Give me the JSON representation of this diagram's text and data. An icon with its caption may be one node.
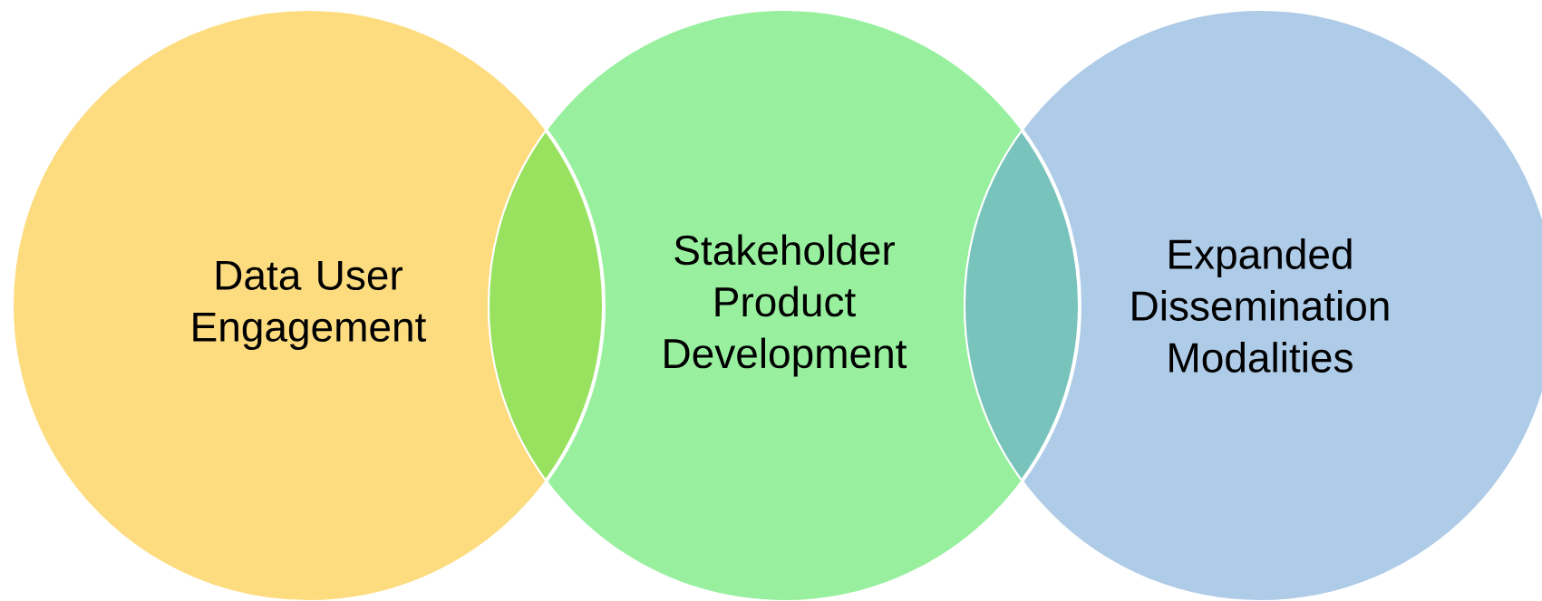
{
  "diagram": {
    "nodes": [
      {
        "text": [
          "Data User Engagement"
        ]
      },
      {
        "text": [
          "Stakeholder Product Development"
        ]
      },
      {
        "text": [
          "Expanded Dissemination Modalities"
        ]
      }
    ]
  }
}
